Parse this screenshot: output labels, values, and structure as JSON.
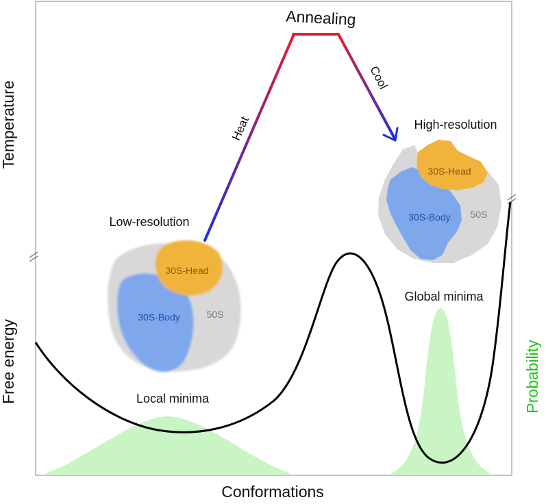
{
  "axes": {
    "temperature_label": "Temperature",
    "free_energy_label": "Free energy",
    "conformations_label": "Conformations",
    "probability_label": "Probability"
  },
  "annealing": {
    "title": "Annealing",
    "heat_label": "Heat",
    "cool_label": "Cool"
  },
  "states": {
    "low": {
      "resolution_label": "Low-resolution",
      "minima_label": "Local minima",
      "head_label": "30S-Head",
      "body_label": "30S-Body",
      "fifty_label": "50S"
    },
    "high": {
      "resolution_label": "High-resolution",
      "minima_label": "Global minima",
      "head_label": "30S-Head",
      "body_label": "30S-Body",
      "fifty_label": "50S"
    }
  },
  "colors": {
    "heat_start": "#1f2de0",
    "heat_end": "#e61e2b",
    "probability_fill": "#c9f5c4",
    "probability_text": "#22c41c",
    "head": "#f0b43c",
    "body": "#7fa8ec",
    "fifty": "#d8d8d8",
    "curve": "#000000"
  }
}
